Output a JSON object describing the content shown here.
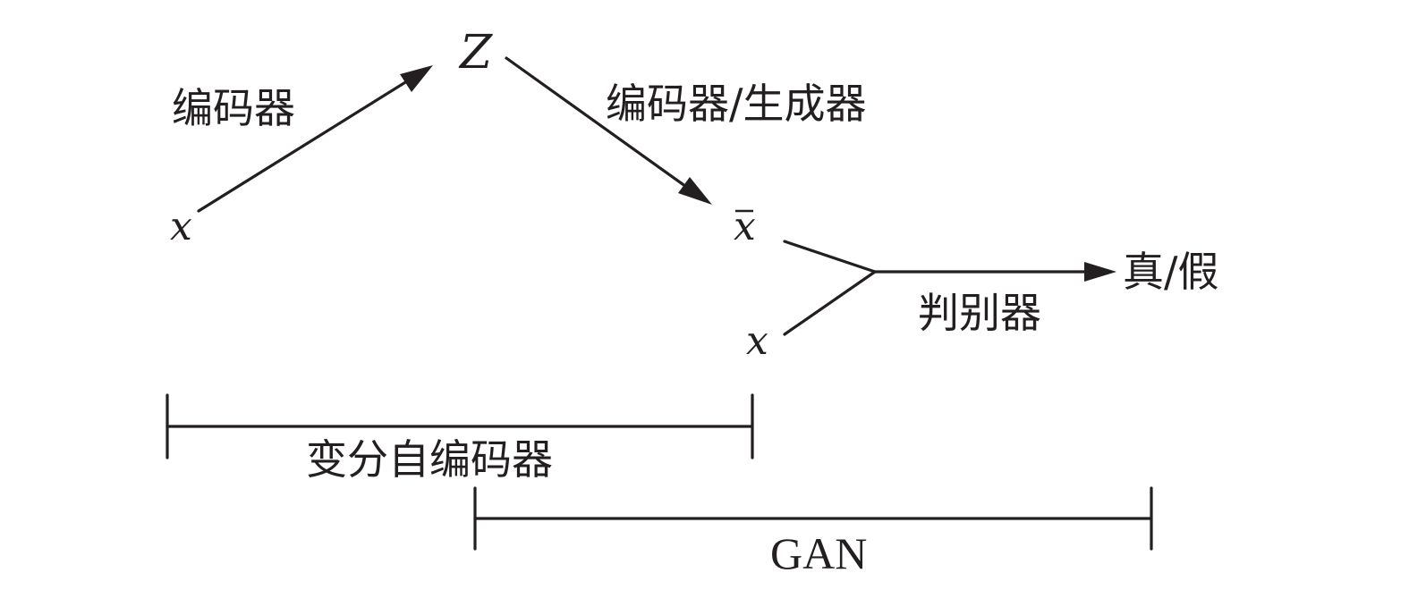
{
  "nodes": {
    "x_input": "x",
    "z_latent": "Z",
    "x_reconstructed": "x",
    "x_real": "x",
    "output": "真/假"
  },
  "edges": {
    "encoder_label": "编码器",
    "decoder_generator_label": "编码器/生成器",
    "discriminator_label": "判别器"
  },
  "brackets": {
    "vae_label": "变分自编码器",
    "gan_label": "GAN"
  }
}
